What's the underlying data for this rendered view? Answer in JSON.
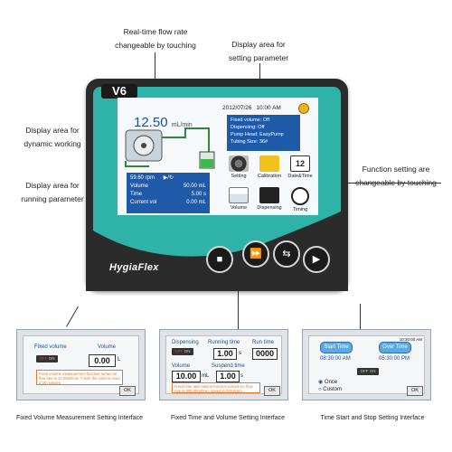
{
  "callouts": {
    "flow_rate": [
      "Real-time flow rate",
      "changeable by touching"
    ],
    "setting_param": [
      "Display area for",
      "setting parameter"
    ],
    "dynamic": [
      "Display area for",
      "dynamic working"
    ],
    "running": [
      "Display area for",
      "running parameter"
    ],
    "function": [
      "Function  setting are",
      "changeable by touching"
    ]
  },
  "device": {
    "model": "V6",
    "brand": "HygiaFlex",
    "flow_value": "12.50",
    "flow_unit": "mL/min",
    "date": "2012/07/26",
    "time": "10:00 AM",
    "info": [
      {
        "label": "Fixed volume:",
        "value": "Off"
      },
      {
        "label": "Dispensing:",
        "value": "Off"
      },
      {
        "label": "Pump Head:",
        "value": "EasyPump"
      },
      {
        "label": "Tubing Size:",
        "value": "36#"
      }
    ],
    "speed": "59.60",
    "speed_unit": "rpm",
    "run_rows": [
      {
        "label": "Volume",
        "value": "50.00",
        "unit": "mL"
      },
      {
        "label": "Time",
        "value": "5.00",
        "unit": "s"
      },
      {
        "label": "Current vol",
        "value": "0.00",
        "unit": "mL"
      }
    ],
    "functions": [
      "Setting",
      "Calibration",
      "Date&Time",
      "Volume",
      "Dispensing",
      "Timing"
    ],
    "calendar_day": "12",
    "buttons": [
      "stop",
      "fast-forward",
      "reverse",
      "play"
    ]
  },
  "panel1": {
    "fixed_volume_label": "Fixed volume",
    "toggle_off": "OFF",
    "toggle_on": "ON",
    "volume_label": "Volume",
    "volume_value": "0.00",
    "volume_unit": "L",
    "note": "Fixed volume measurement function turned on, flow rate is 10.00ml/min. Finish the volume need 2.00 minutes",
    "ok": "OK",
    "caption": "Fixed Volume Measurement Setting Interface"
  },
  "panel2": {
    "dispensing_label": "Dispensing",
    "toggle_off": "OFF",
    "toggle_on": "ON",
    "running_time_label": "Running time",
    "running_time_value": "1.00",
    "running_time_unit": "s",
    "run_time_label": "Run time",
    "run_time_value": "0000",
    "volume_label": "Volume",
    "volume_value": "10.00",
    "volume_unit": "mL",
    "suspend_time_label": "Suspend time",
    "suspend_time_value": "1.00",
    "suspend_time_unit": "s",
    "note": "Fixed time and volume function turned on, flow rate is 600.00ml/min, speed in 200.8rpm.",
    "ok": "OK",
    "caption": "Fixed Time and Volume Setting Interface"
  },
  "panel3": {
    "clock": "10:30:00 AM",
    "start_time_label": "Start Time",
    "over_time_label": "Over Time",
    "start_time_value": "08:30:00 AM",
    "over_time_value": "05:30:00 PM",
    "toggle_off": "OFF",
    "toggle_on": "ON",
    "once": "Once",
    "custom": "Custom",
    "ok": "OK",
    "caption": "Time Start and Stop Setting Interface"
  },
  "colors": {
    "teal": "#2fb3a8",
    "screen_blue": "#1f5aa8",
    "device_dark": "#2b2b2b",
    "note_orange": "#e07a2b"
  }
}
